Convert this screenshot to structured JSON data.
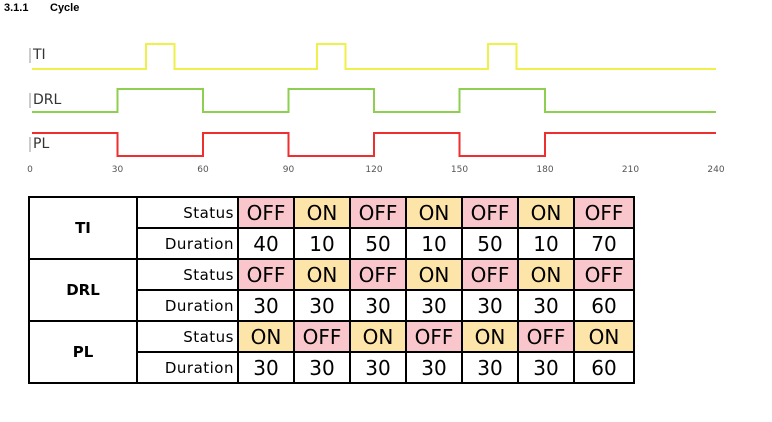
{
  "heading": {
    "number": "3.1.1",
    "title": "Cycle"
  },
  "timing": {
    "axis_max": 240,
    "ticks": [
      "0",
      "30",
      "60",
      "90",
      "120",
      "150",
      "180",
      "210",
      "240"
    ],
    "signals": [
      {
        "label": "TI",
        "color": "#f0f04a",
        "initial": 0,
        "transitions": [
          40,
          50,
          100,
          110,
          160,
          170
        ]
      },
      {
        "label": "DRL",
        "color": "#8ecf52",
        "initial": 0,
        "transitions": [
          30,
          60,
          90,
          120,
          150,
          180
        ]
      },
      {
        "label": "PL",
        "color": "#ee2f2f",
        "initial": 1,
        "transitions": [
          30,
          60,
          90,
          120,
          150,
          180
        ]
      }
    ]
  },
  "table": {
    "row_labels": {
      "status": "Status",
      "duration": "Duration"
    },
    "groups": [
      {
        "signal": "TI",
        "status": [
          "OFF",
          "ON",
          "OFF",
          "ON",
          "OFF",
          "ON",
          "OFF"
        ],
        "duration": [
          "40",
          "10",
          "50",
          "10",
          "50",
          "10",
          "70"
        ]
      },
      {
        "signal": "DRL",
        "status": [
          "OFF",
          "ON",
          "OFF",
          "ON",
          "OFF",
          "ON",
          "OFF"
        ],
        "duration": [
          "30",
          "30",
          "30",
          "30",
          "30",
          "30",
          "60"
        ]
      },
      {
        "signal": "PL",
        "status": [
          "ON",
          "OFF",
          "ON",
          "OFF",
          "ON",
          "OFF",
          "ON"
        ],
        "duration": [
          "30",
          "30",
          "30",
          "30",
          "30",
          "30",
          "60"
        ]
      }
    ],
    "colors": {
      "on": "#fde4a8",
      "off": "#f9c6cb"
    }
  }
}
